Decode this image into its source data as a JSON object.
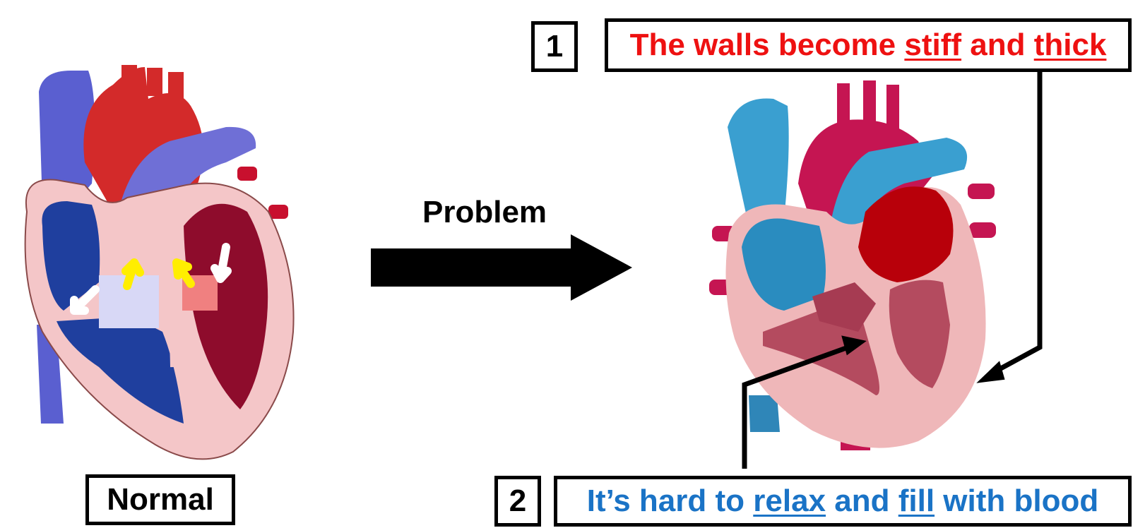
{
  "left_caption": "Normal",
  "arrow_label": "Problem",
  "callout_1": {
    "number": "1",
    "text_a": "The walls become ",
    "word_1": "stiff",
    "text_b": " and ",
    "word_2": "thick",
    "color": "#ee1111"
  },
  "callout_2": {
    "number": "2",
    "text_a": "It’s hard to ",
    "word_1": "relax",
    "text_b": " and ",
    "word_2": "fill",
    "text_c": " with blood",
    "color": "#1a73c6"
  },
  "colors": {
    "normal_deoxygenated": "#1f3f9e",
    "normal_oxygenated": "#8e0c2c",
    "normal_wall": "#f4c6c8",
    "problem_deoxygenated": "#3a9fd0",
    "problem_oxygenated": "#c51552",
    "problem_wall": "#efb7b9"
  }
}
